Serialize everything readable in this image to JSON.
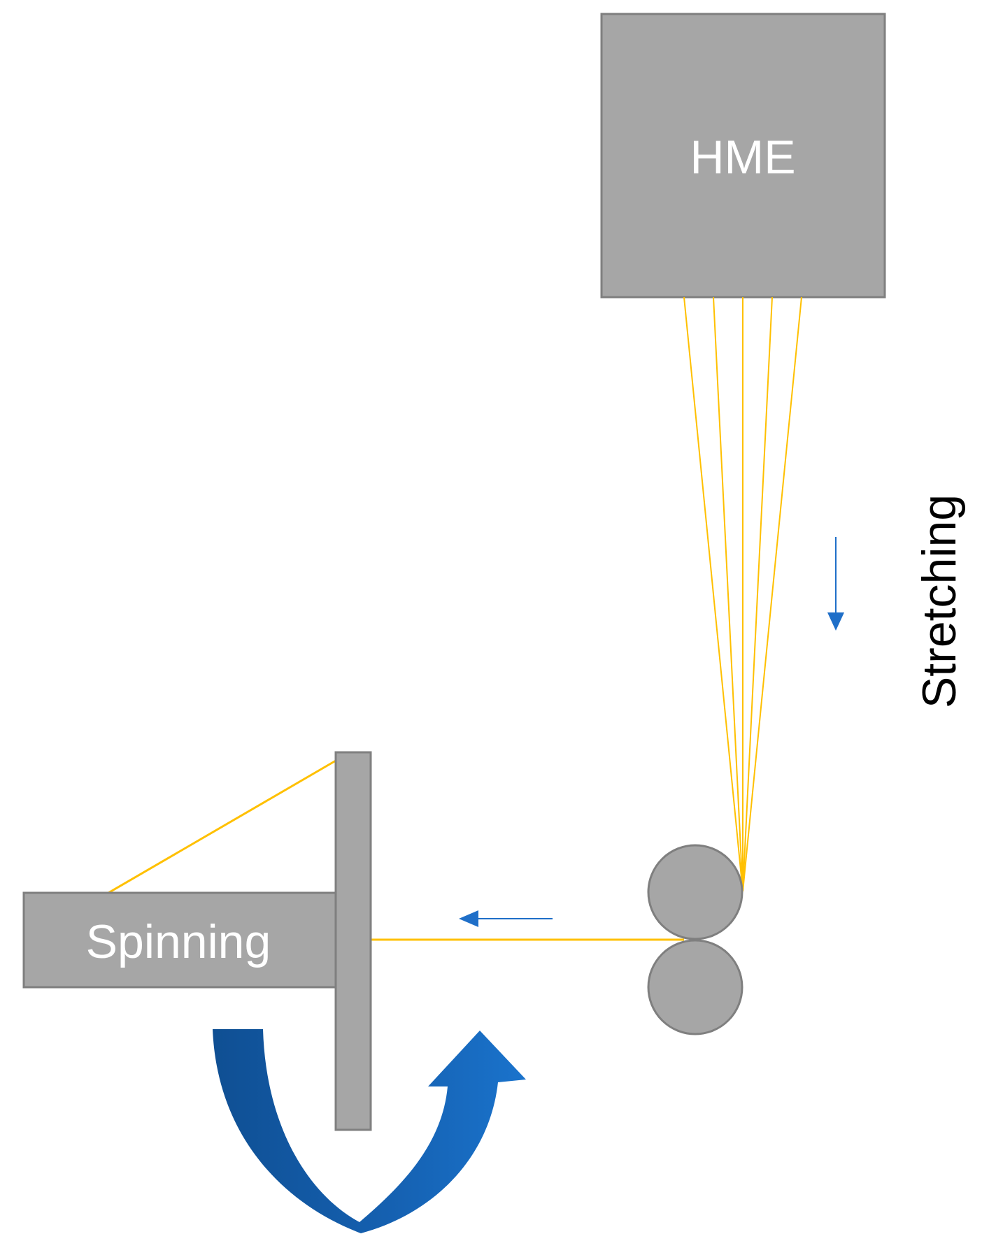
{
  "labels": {
    "hme": "HME",
    "spinning": "Spinning",
    "stretching": "Stretching"
  },
  "colors": {
    "block_fill": "#a6a6a6",
    "block_stroke": "#7f7f7f",
    "fiber": "#ffc000",
    "arrow": "#1f6fc8",
    "curved_arrow_dark": "#0f4f93",
    "curved_arrow_light": "#1a6fc4",
    "block_text": "#ffffff",
    "side_text": "#000000"
  },
  "icons": {
    "flow_arrow": "arrow",
    "rotation": "curved-rotation-arrow"
  }
}
